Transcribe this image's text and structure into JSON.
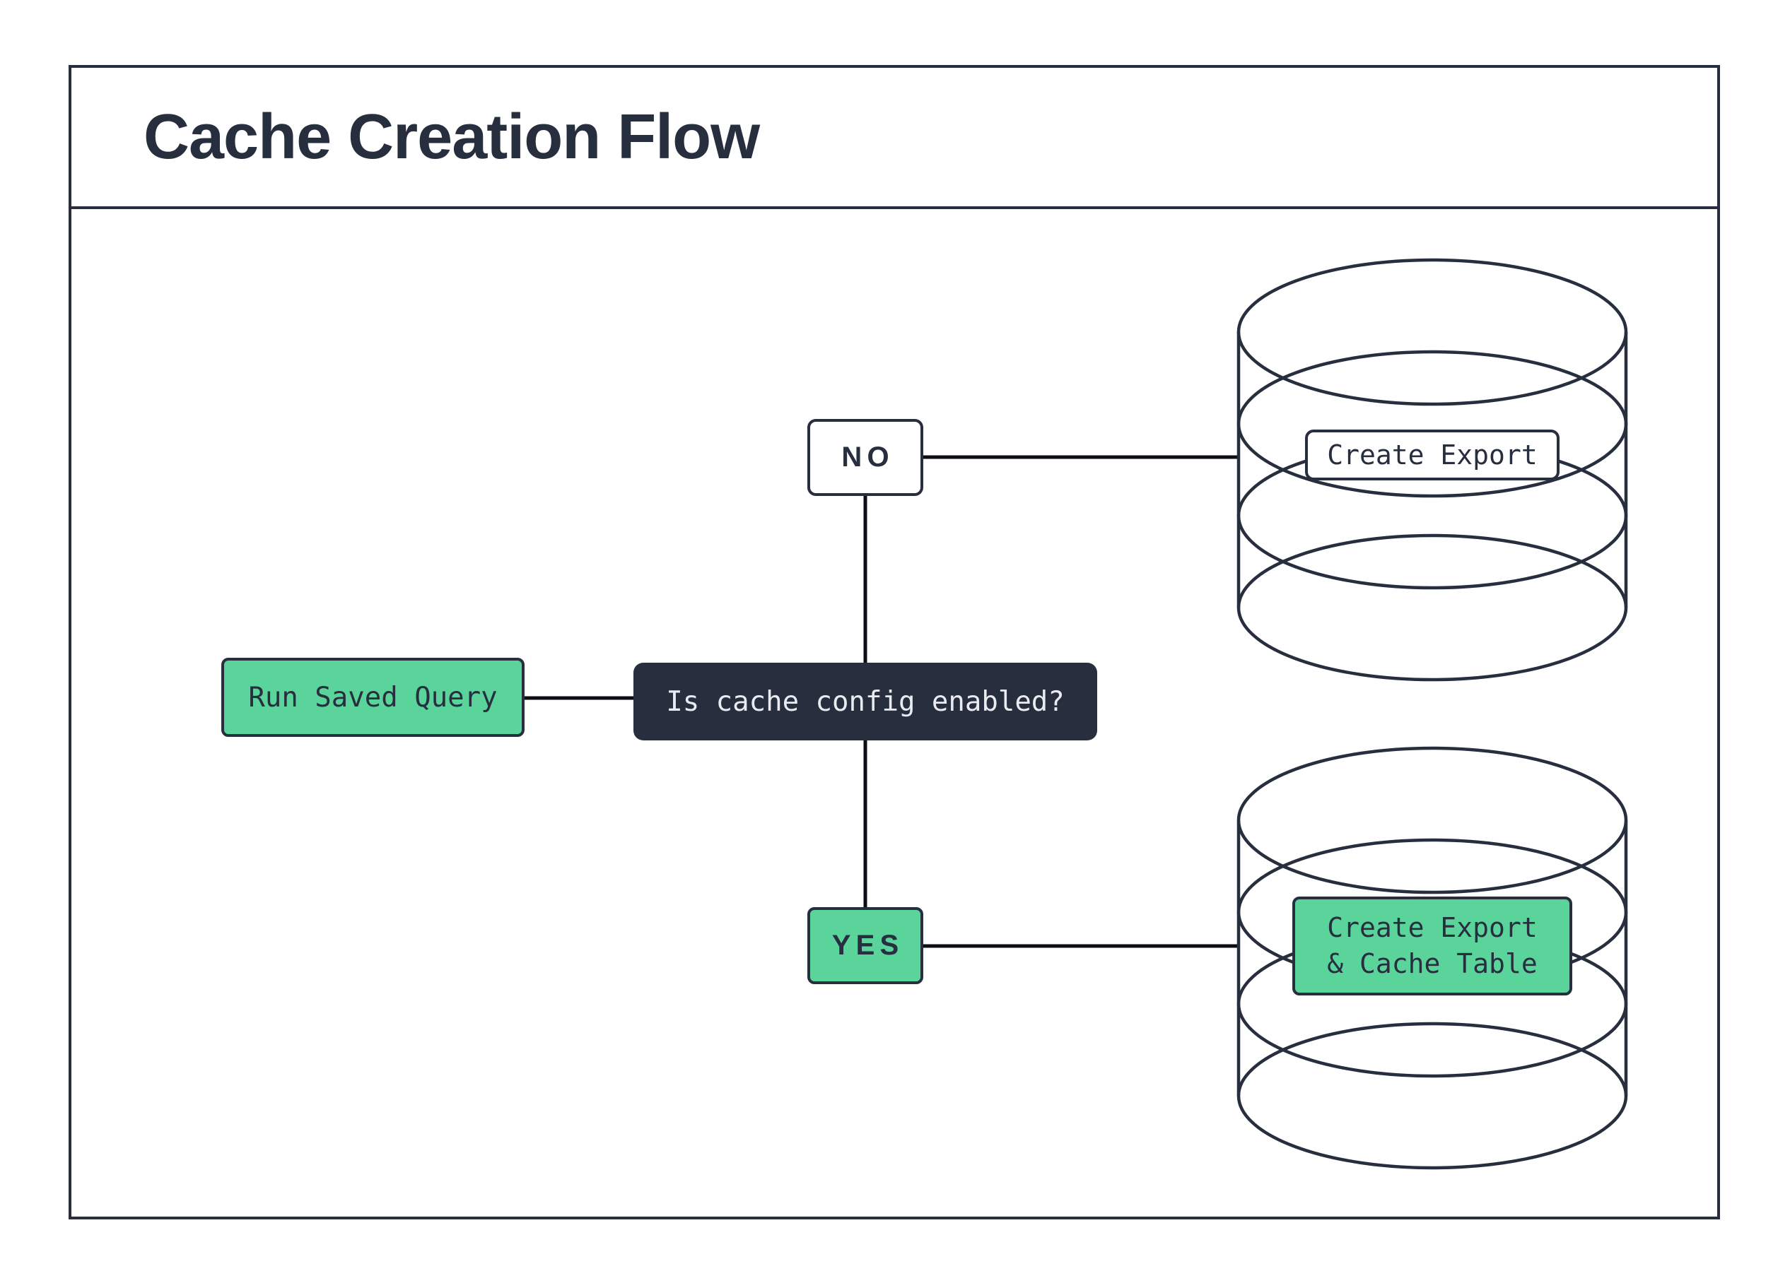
{
  "title": "Cache Creation Flow",
  "colors": {
    "ink": "#272e3e",
    "green": "#5bd49c",
    "panel": "#272e3e",
    "light": "#e9ebf1",
    "connector": "#0c0e13"
  },
  "nodes": {
    "run_saved_query": {
      "label": "Run Saved Query"
    },
    "decision": {
      "label": "Is cache config enabled?"
    },
    "no": {
      "label": "NO"
    },
    "yes": {
      "label": "YES"
    },
    "create_export": {
      "label": "Create Export"
    },
    "create_export_cache_table": {
      "label": "Create Export\n& Cache Table"
    }
  }
}
